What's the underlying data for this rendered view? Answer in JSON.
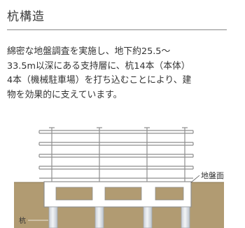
{
  "header": {
    "title": "杭構造"
  },
  "description": {
    "lines": [
      "綿密な地盤調査を実施し、地下約25.5〜",
      "33.5m以深にある支持層に、杭14本（本体）",
      "4本（機械駐車場）を打ち込むことにより、建",
      "物を効果的に支えています。"
    ]
  },
  "diagram": {
    "ground_label": "地盤面",
    "pile_label": "杭",
    "colors": {
      "soil": "#b19b72",
      "soil_dark": "#9f8a60",
      "pile_light": "#e9ecf0",
      "pile_shade": "#c5cbd3",
      "frame": "#8e8e8e",
      "text": "#333333"
    }
  }
}
